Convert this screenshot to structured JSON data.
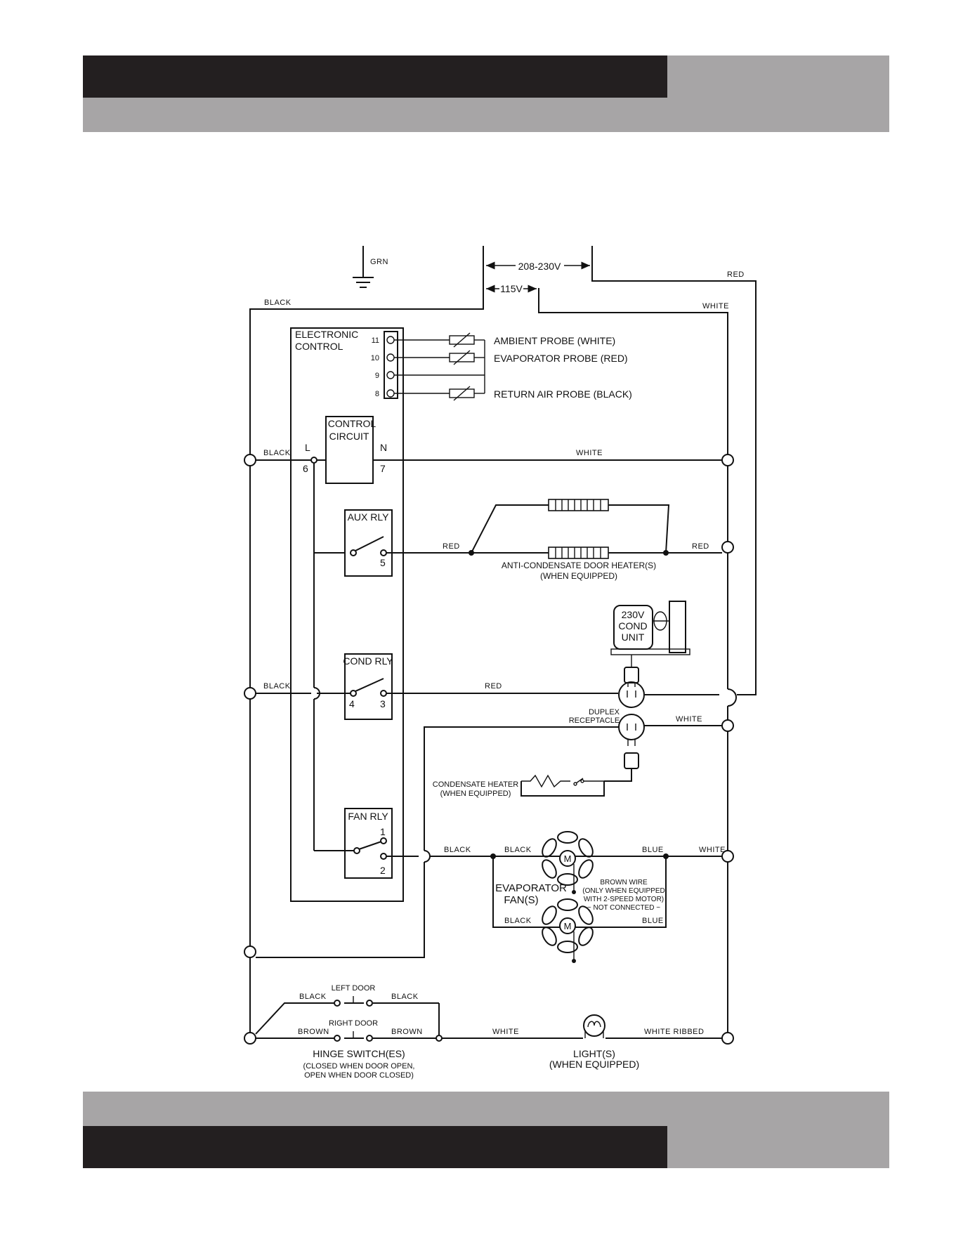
{
  "colors": {
    "dark_bar": "#231f20",
    "grey_bar": "#a7a5a6",
    "wire": "#111111"
  },
  "supply": {
    "ground": "GRN",
    "v230": "208-230V",
    "v115": "115V"
  },
  "wires": {
    "black": "BLACK",
    "white": "WHITE",
    "red": "RED",
    "blue": "BLUE",
    "brown": "BROWN",
    "white_ribbed": "WHITE RIBBED"
  },
  "control": {
    "title_line1": "ELECTRONIC",
    "title_line2": "CONTROL",
    "terminals": [
      "11",
      "10",
      "9",
      "8"
    ],
    "circuit_line1": "CONTROL",
    "circuit_line2": "CIRCUIT",
    "L": "L",
    "N": "N",
    "t6": "6",
    "t7": "7",
    "aux": "AUX RLY",
    "t5": "5",
    "cond": "COND RLY",
    "t4": "4",
    "t3": "3",
    "fan": "FAN RLY",
    "t1": "1",
    "t2": "2"
  },
  "probes": {
    "ambient": "AMBIENT PROBE (WHITE)",
    "evaporator": "EVAPORATOR PROBE (RED)",
    "return_air": "RETURN AIR PROBE (BLACK)"
  },
  "heater": {
    "line1": "ANTI-CONDENSATE DOOR HEATER(S)",
    "line2": "(WHEN EQUIPPED)"
  },
  "cond_unit": {
    "line1": "230V",
    "line2": "COND",
    "line3": "UNIT"
  },
  "receptacle": {
    "line1": "DUPLEX",
    "line2": "RECEPTACLE"
  },
  "condensate": {
    "line1": "CONDENSATE HEATER",
    "line2": "(WHEN EQUIPPED)"
  },
  "fans": {
    "line1": "EVAPORATOR",
    "line2": "FAN(S)",
    "motor": "M",
    "brown_line1": "BROWN WIRE",
    "brown_line2": "(ONLY WHEN EQUIPPED",
    "brown_line3": "WITH 2-SPEED MOTOR)",
    "brown_line4": "~ NOT CONNECTED ~"
  },
  "doors": {
    "left": "LEFT DOOR",
    "right": "RIGHT DOOR",
    "hinge_line1": "HINGE SWITCH(ES)",
    "hinge_line2": "(CLOSED WHEN DOOR OPEN,",
    "hinge_line3": "OPEN WHEN DOOR CLOSED)"
  },
  "light": {
    "line1": "LIGHT(S)",
    "line2": "(WHEN EQUIPPED)"
  }
}
